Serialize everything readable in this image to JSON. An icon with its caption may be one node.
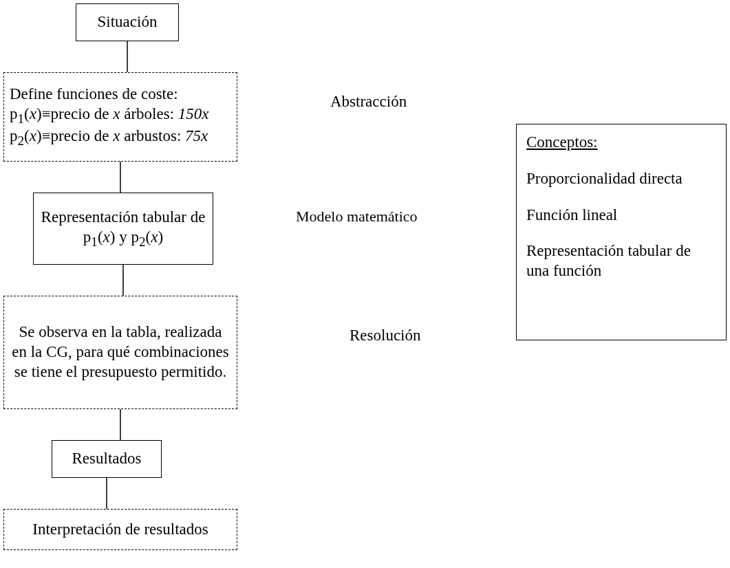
{
  "diagram": {
    "nodes": [
      {
        "text": [
          "Situación"
        ]
      },
      {
        "text": [
          "Define funciones de coste:",
          "p$_{1}$(*x*)≡precio de *x* árboles: *150x*",
          "p$_{2}$(*x*)≡precio de *x* arbustos: *75x*"
        ]
      },
      {
        "text": [
          "Representación tabular de p$_{1}$(*x*) y p$_{2}$(*x*)"
        ]
      },
      {
        "text": [
          "Se observa en la tabla, realizada en la CG, para qué combinaciones se tiene el presupuesto permitido."
        ]
      },
      {
        "text": [
          "Resultados"
        ]
      },
      {
        "text": [
          "Interpretación de resultados"
        ]
      },
      {
        "text": [
          "Conceptos:",
          "Proporcionalidad directa",
          "Función lineal",
          "Representación tabular de una función"
        ]
      }
    ],
    "edges": [
      {
        "from": 0,
        "to": 1,
        "arrow": "none"
      },
      {
        "from": 1,
        "to": 2,
        "arrow": "none"
      },
      {
        "from": 2,
        "to": 3,
        "arrow": "none"
      },
      {
        "from": 3,
        "to": 4,
        "arrow": "none"
      },
      {
        "from": 4,
        "to": 5,
        "arrow": "none"
      }
    ],
    "labels": [
      "Abstracción",
      "Modelo matemático",
      "Resolución"
    ]
  }
}
